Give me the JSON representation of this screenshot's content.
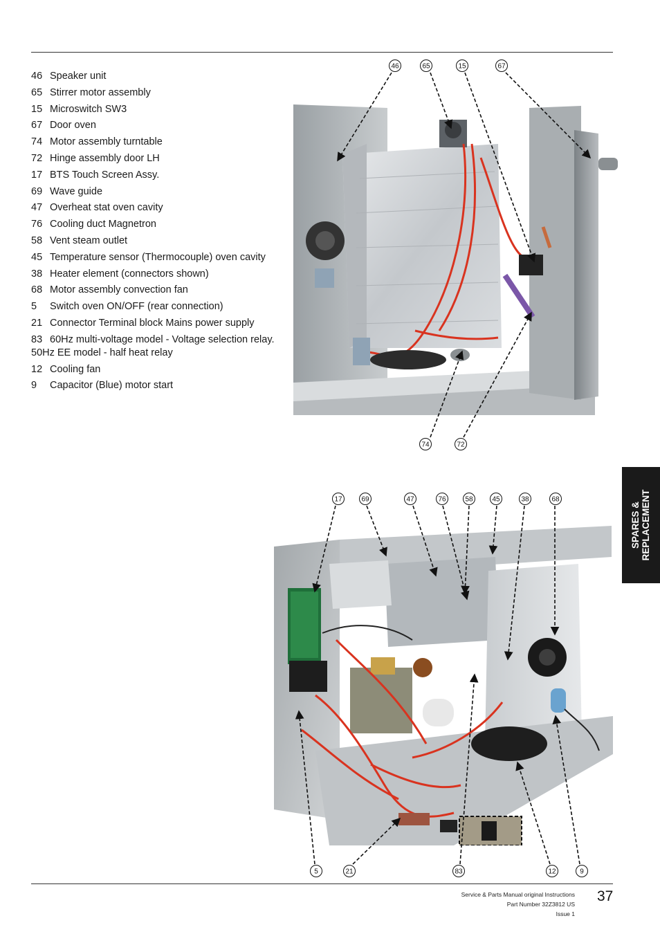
{
  "parts": [
    {
      "num": "46",
      "desc": "Speaker unit"
    },
    {
      "num": "65",
      "desc": "Stirrer motor assembly"
    },
    {
      "num": "15",
      "desc": "Microswitch SW3"
    },
    {
      "num": "67",
      "desc": "Door oven"
    },
    {
      "num": "74",
      "desc": "Motor assembly turntable"
    },
    {
      "num": "72",
      "desc": "Hinge assembly door LH"
    },
    {
      "num": "17",
      "desc": "BTS Touch Screen Assy."
    },
    {
      "num": "69",
      "desc": "Wave guide"
    },
    {
      "num": "47",
      "desc": "Overheat stat oven cavity"
    },
    {
      "num": "76",
      "desc": "Cooling duct Magnetron"
    },
    {
      "num": "58",
      "desc": "Vent steam outlet"
    },
    {
      "num": "45",
      "desc": "Temperature sensor (Thermocouple) oven cavity"
    },
    {
      "num": "38",
      "desc": "Heater element (connectors shown)"
    },
    {
      "num": "68",
      "desc": "Motor assembly convection fan"
    },
    {
      "num": "5",
      "desc": "Switch oven ON/OFF (rear connection)"
    },
    {
      "num": "21",
      "desc": "Connector Terminal block Mains power supply"
    },
    {
      "num": "83",
      "desc": "60Hz multi-voltage model - Voltage selection relay. 50Hz EE model - half heat relay"
    },
    {
      "num": "12",
      "desc": "Cooling fan"
    },
    {
      "num": "9",
      "desc": "Capacitor (Blue) motor start"
    }
  ],
  "callouts_top": [
    "46",
    "65",
    "15",
    "67",
    "74",
    "72"
  ],
  "callouts_bottom": [
    "17",
    "69",
    "47",
    "76",
    "58",
    "45",
    "38",
    "68",
    "5",
    "21",
    "83",
    "12",
    "9"
  ],
  "side_tab": {
    "line1": "SPARES &",
    "line2": "REPLACEMENT"
  },
  "footer": {
    "line1": "Service & Parts Manual original Instructions",
    "line2": "Part Number 32Z3812 US",
    "line3": "Issue 1",
    "page": "37"
  }
}
